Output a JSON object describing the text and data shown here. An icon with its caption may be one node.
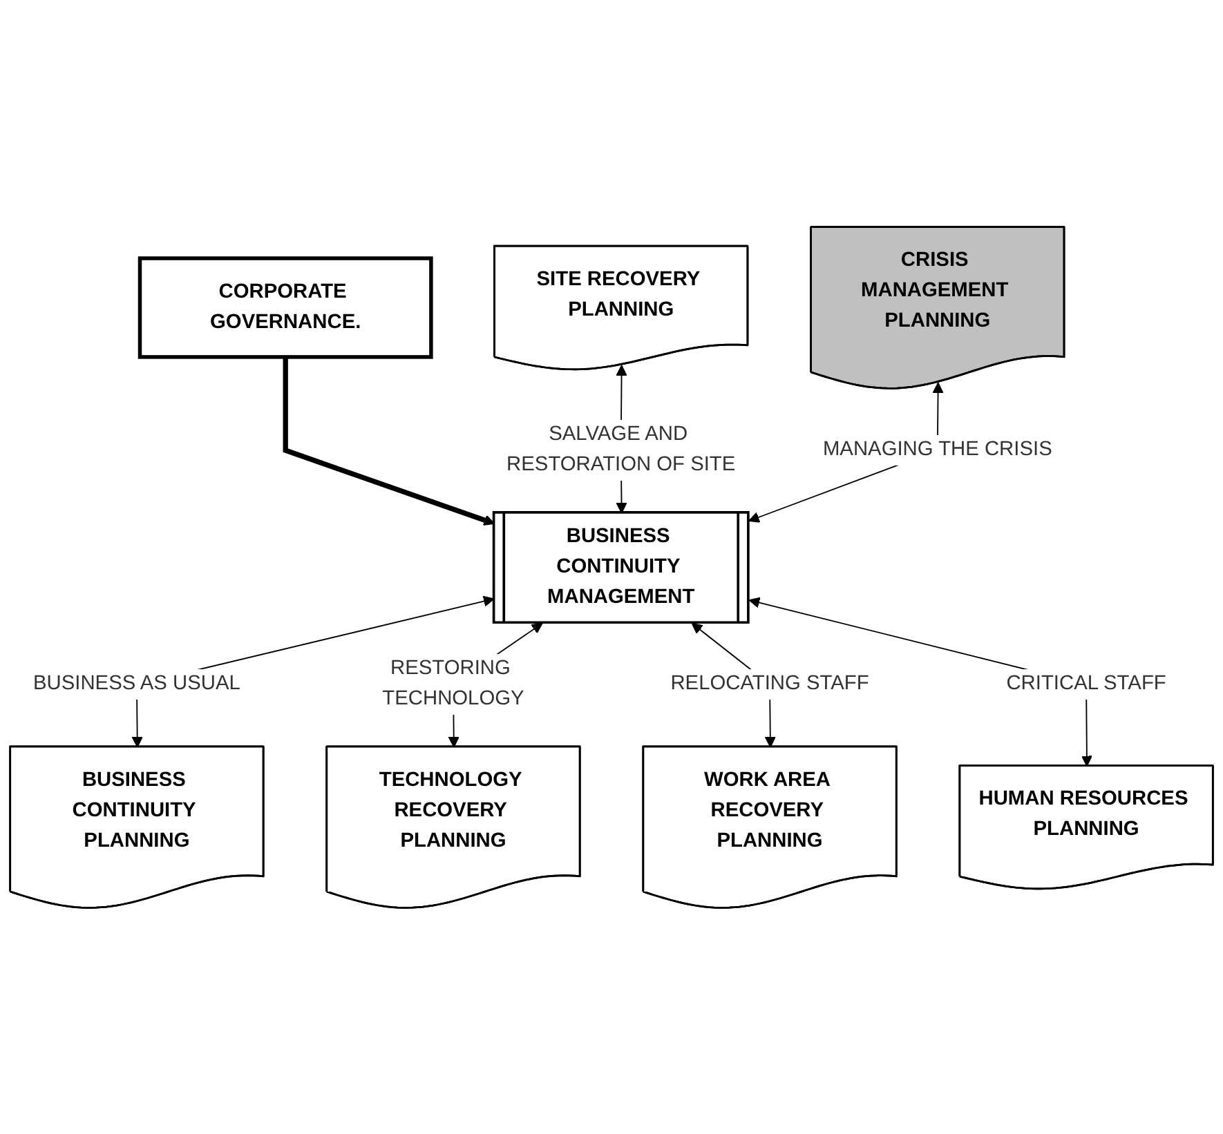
{
  "diagram": {
    "nodes": [
      {
        "text": [
          "CORPORATE GOVERNANCE."
        ]
      },
      {
        "text": [
          "SITE RECOVERY PLANNING"
        ]
      },
      {
        "text": [
          "CRISIS MANAGEMENT PLANNING"
        ]
      },
      {
        "text": [
          "BUSINESS CONTINUITY MANAGEMENT"
        ]
      },
      {
        "text": [
          "BUSINESS CONTINUITY PLANNING"
        ]
      },
      {
        "text": [
          "TECHNOLOGY RECOVERY PLANNING"
        ]
      },
      {
        "text": [
          "WORK AREA RECOVERY PLANNING"
        ]
      },
      {
        "text": [
          "HUMAN RESOURCES PLANNING"
        ]
      }
    ],
    "edges": [
      {
        "from": 0,
        "to": 3,
        "arrow": "to",
        "style": "thick"
      },
      {
        "from": 1,
        "to": 3,
        "arrow": "both",
        "label": "SALVAGE AND RESTORATION OF SITE"
      },
      {
        "from": 2,
        "to": 3,
        "arrow": "both",
        "label": "MANAGING THE CRISIS"
      },
      {
        "from": 3,
        "to": 4,
        "arrow": "both",
        "label": "BUSINESS AS USUAL"
      },
      {
        "from": 3,
        "to": 5,
        "arrow": "both",
        "label": "RESTORING TECHNOLOGY"
      },
      {
        "from": 3,
        "to": 6,
        "arrow": "both",
        "label": "RELOCATING STAFF"
      },
      {
        "from": 3,
        "to": 7,
        "arrow": "both",
        "label": "CRITICAL STAFF"
      }
    ]
  }
}
